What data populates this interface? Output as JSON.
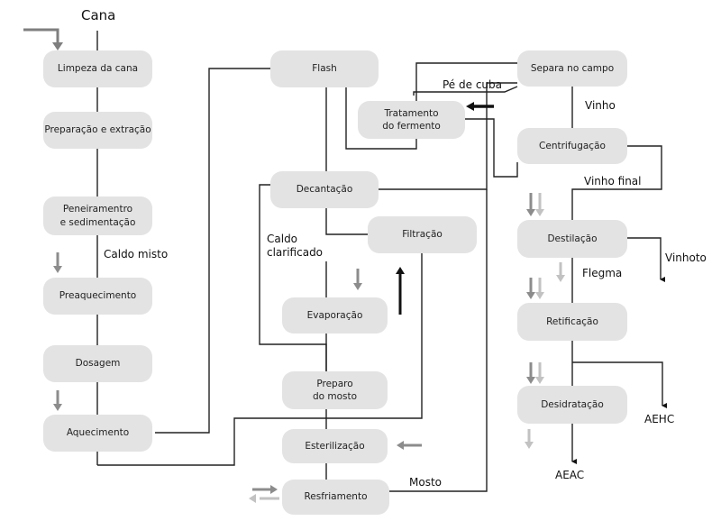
{
  "boxes": {
    "limpeza": "Limpeza da cana",
    "preparacao": "Preparação e extração",
    "peneiramento": "Peneiramentro\ne sedimentação",
    "preaquecimento": "Preaquecimento",
    "dosagem": "Dosagem",
    "aquecimento": "Aquecimento",
    "flash": "Flash",
    "decantacao": "Decantação",
    "filtracao": "Filtração",
    "evaporacao": "Evaporação",
    "preparo": "Preparo\ndo mosto",
    "esterilizacao": "Esterilização",
    "resfriamento": "Resfriamento",
    "separa": "Separa no campo",
    "tratamento": "Tratamento\ndo fermento",
    "centrifugacao": "Centrifugação",
    "destilacao": "Destilação",
    "retificacao": "Retificação",
    "desidratacao": "Desidratação"
  },
  "labels": {
    "cana": "Cana",
    "caldo_misto": "Caldo misto",
    "caldo_clarificado": "Caldo\nclarificado",
    "pe_de_cuba": "Pé de cuba",
    "vinho": "Vinho",
    "vinho_final": "Vinho final",
    "vinhoto": "Vinhoto",
    "flegma": "Flegma",
    "aehc": "AEHC",
    "aeac": "AEAC",
    "mosto": "Mosto"
  },
  "colors": {
    "box_fill": "#e3e3e3",
    "line": "#222222",
    "arrow_gray": "#8c8c8c",
    "arrow_light_gray": "#c2c2c2"
  }
}
